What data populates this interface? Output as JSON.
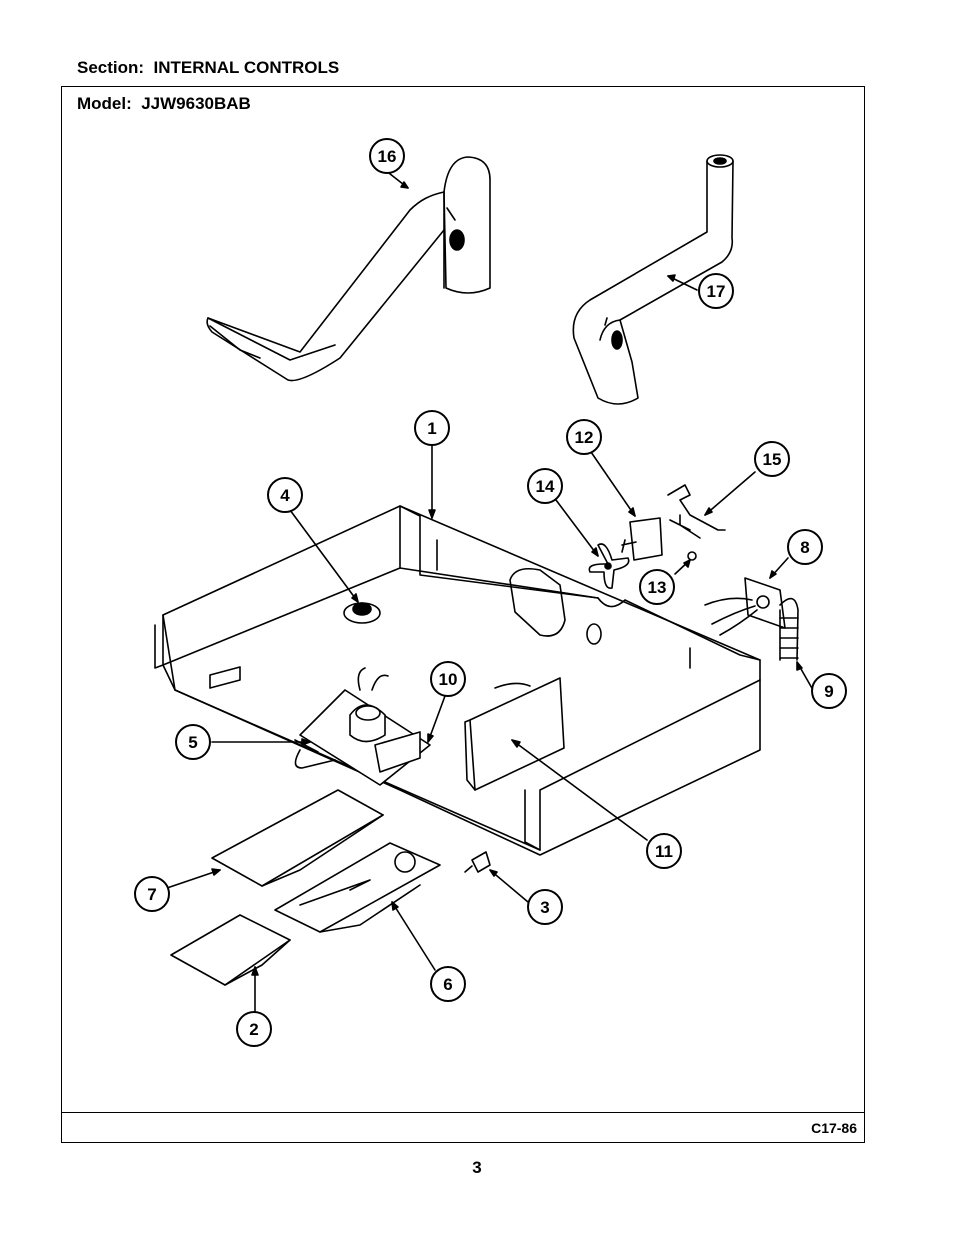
{
  "header": {
    "section": "Section:  INTERNAL CONTROLS",
    "model": "Model:  JJW9630BAB"
  },
  "footer": {
    "diagram_code": "C17-86",
    "page_number": "3"
  },
  "callouts": [
    {
      "key": "c1",
      "label": "1"
    },
    {
      "key": "c2",
      "label": "2"
    },
    {
      "key": "c3",
      "label": "3"
    },
    {
      "key": "c4",
      "label": "4"
    },
    {
      "key": "c5",
      "label": "5"
    },
    {
      "key": "c6",
      "label": "6"
    },
    {
      "key": "c7",
      "label": "7"
    },
    {
      "key": "c8",
      "label": "8"
    },
    {
      "key": "c9",
      "label": "9"
    },
    {
      "key": "c10",
      "label": "10"
    },
    {
      "key": "c11",
      "label": "11"
    },
    {
      "key": "c12",
      "label": "12"
    },
    {
      "key": "c13",
      "label": "13"
    },
    {
      "key": "c14",
      "label": "14"
    },
    {
      "key": "c15",
      "label": "15"
    },
    {
      "key": "c16",
      "label": "16"
    },
    {
      "key": "c17",
      "label": "17"
    }
  ]
}
